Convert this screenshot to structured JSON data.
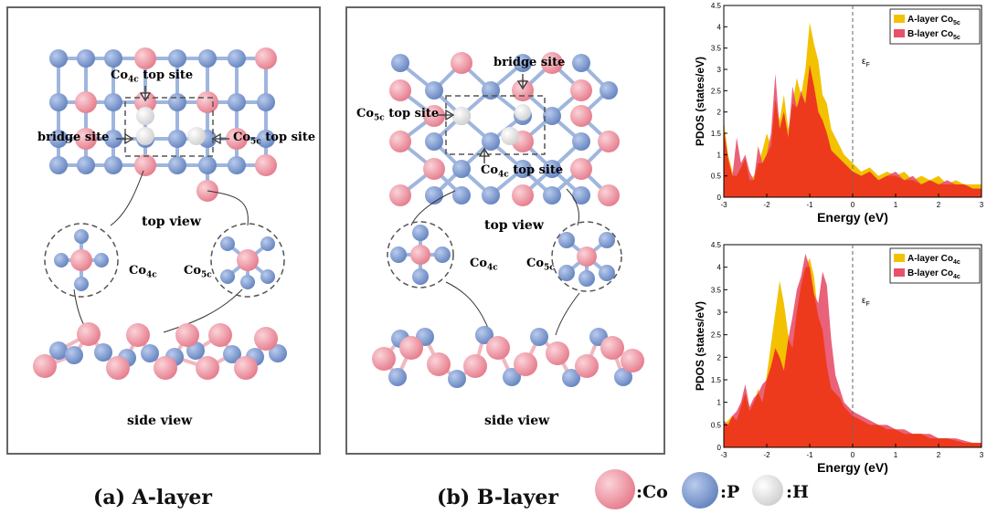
{
  "colors": {
    "co": "#ef8f9c",
    "p": "#7896cc",
    "h": "#ececec",
    "bond_co": "#f0b8c0",
    "bond_p": "#9fb6de",
    "gold": "#f2c200",
    "pink": "#e8506b",
    "red": "#ee3a1c"
  },
  "panel_a": {
    "caption": "(a) A-layer",
    "co4c_top": "Co",
    "co4c_top_sub": "4c",
    "co4c_top_rest": " top site",
    "co5c_top": "Co",
    "co5c_top_sub": "5c",
    "co5c_top_rest": " top site",
    "bridge": "bridge site",
    "top_view": "top view",
    "side_view": "side view",
    "co4c": "Co",
    "co4c_sub": "4c",
    "co5c": "Co",
    "co5c_sub": "5c"
  },
  "panel_b": {
    "caption": "(b) B-layer",
    "bridge": "bridge site",
    "co5c_top": "Co",
    "co5c_top_sub": "5c",
    "co5c_top_rest": " top site",
    "co4c_top": "Co",
    "co4c_top_sub": "4c",
    "co4c_top_rest": " top site",
    "top_view": "top view",
    "side_view": "side view",
    "co4c": "Co",
    "co4c_sub": "4c",
    "co5c": "Co",
    "co5c_sub": "5c"
  },
  "legend": {
    "co": ":Co",
    "p": ":P",
    "h": ":H"
  },
  "chart_data": [
    {
      "type": "area",
      "xlabel": "Energy (eV)",
      "ylabel": "PDOS (states/eV)",
      "fermi_label": "ε",
      "fermi_sub": "F",
      "xlim": [
        -3,
        3
      ],
      "ylim": [
        0,
        4.5
      ],
      "xticks": [
        -3,
        -2,
        -1,
        0,
        1,
        2,
        3
      ],
      "yticks": [
        0,
        0.5,
        1,
        1.5,
        2,
        2.5,
        3,
        3.5,
        4,
        4.5
      ],
      "legend_position": "top-right",
      "series": [
        {
          "name": "A-layer Co",
          "sub": "5c",
          "color": "#f2c200",
          "x": [
            -3,
            -2.9,
            -2.8,
            -2.7,
            -2.6,
            -2.5,
            -2.4,
            -2.3,
            -2.2,
            -2.1,
            -2.0,
            -1.9,
            -1.8,
            -1.7,
            -1.6,
            -1.5,
            -1.4,
            -1.3,
            -1.2,
            -1.1,
            -1.0,
            -0.9,
            -0.8,
            -0.7,
            -0.6,
            -0.5,
            -0.4,
            -0.3,
            -0.2,
            -0.1,
            0,
            0.2,
            0.4,
            0.6,
            0.8,
            1.0,
            1.2,
            1.4,
            1.6,
            1.8,
            2.0,
            2.2,
            2.4,
            2.6,
            2.8,
            3.0
          ],
          "y": [
            1.8,
            1.0,
            0.6,
            0.5,
            0.7,
            0.9,
            0.4,
            0.5,
            0.8,
            1.1,
            1.5,
            1.2,
            2.3,
            1.8,
            2.4,
            1.6,
            2.2,
            2.8,
            2.4,
            3.0,
            4.1,
            3.6,
            3.2,
            2.4,
            2.2,
            1.6,
            1.4,
            1.2,
            1.0,
            0.9,
            0.8,
            0.6,
            0.7,
            0.5,
            0.6,
            0.5,
            0.6,
            0.4,
            0.5,
            0.4,
            0.5,
            0.3,
            0.4,
            0.3,
            0.3,
            0.3
          ]
        },
        {
          "name": "B-layer Co",
          "sub": "5c",
          "color": "#e8506b",
          "x": [
            -3,
            -2.9,
            -2.8,
            -2.7,
            -2.6,
            -2.5,
            -2.4,
            -2.3,
            -2.2,
            -2.1,
            -2.0,
            -1.9,
            -1.8,
            -1.7,
            -1.6,
            -1.5,
            -1.4,
            -1.3,
            -1.2,
            -1.1,
            -1.0,
            -0.9,
            -0.8,
            -0.7,
            -0.6,
            -0.5,
            -0.4,
            -0.3,
            -0.2,
            -0.1,
            0,
            0.2,
            0.4,
            0.6,
            0.8,
            1.0,
            1.2,
            1.4,
            1.6,
            1.8,
            2.0,
            2.2,
            2.4,
            2.6,
            2.8,
            3.0
          ],
          "y": [
            1.6,
            0.9,
            0.5,
            1.4,
            0.8,
            1.0,
            0.6,
            0.4,
            1.2,
            0.8,
            1.0,
            1.5,
            2.9,
            1.6,
            2.0,
            1.4,
            2.6,
            2.1,
            2.5,
            2.2,
            3.1,
            2.6,
            2.0,
            1.8,
            1.5,
            1.1,
            1.0,
            0.9,
            0.8,
            0.7,
            0.6,
            0.5,
            0.6,
            0.4,
            0.5,
            0.6,
            0.4,
            0.5,
            0.3,
            0.4,
            0.3,
            0.4,
            0.3,
            0.3,
            0.2,
            0.2
          ]
        }
      ]
    },
    {
      "type": "area",
      "xlabel": "Energy (eV)",
      "ylabel": "PDOS (states/eV)",
      "fermi_label": "ε",
      "fermi_sub": "F",
      "xlim": [
        -3,
        3
      ],
      "ylim": [
        0,
        4.5
      ],
      "xticks": [
        -3,
        -2,
        -1,
        0,
        1,
        2,
        3
      ],
      "yticks": [
        0,
        0.5,
        1,
        1.5,
        2,
        2.5,
        3,
        3.5,
        4,
        4.5
      ],
      "legend_position": "top-right",
      "series": [
        {
          "name": "A-layer Co",
          "sub": "4c",
          "color": "#f2c200",
          "x": [
            -3,
            -2.9,
            -2.8,
            -2.7,
            -2.6,
            -2.5,
            -2.4,
            -2.3,
            -2.2,
            -2.1,
            -2.0,
            -1.9,
            -1.8,
            -1.7,
            -1.6,
            -1.5,
            -1.4,
            -1.3,
            -1.2,
            -1.1,
            -1.0,
            -0.9,
            -0.8,
            -0.7,
            -0.6,
            -0.5,
            -0.4,
            -0.3,
            -0.2,
            -0.1,
            0,
            0.2,
            0.4,
            0.6,
            0.8,
            1.0,
            1.2,
            1.4,
            1.6,
            1.8,
            2.0,
            2.2,
            2.4,
            2.6,
            2.8,
            3.0
          ],
          "y": [
            0.5,
            0.6,
            0.7,
            0.6,
            0.9,
            1.2,
            0.8,
            1.0,
            1.3,
            1.0,
            1.6,
            2.3,
            3.0,
            3.7,
            3.2,
            2.5,
            2.2,
            3.0,
            3.6,
            4.0,
            4.2,
            3.8,
            2.9,
            2.6,
            1.8,
            1.3,
            1.2,
            1.1,
            0.9,
            0.8,
            0.7,
            0.6,
            0.5,
            0.5,
            0.4,
            0.4,
            0.3,
            0.3,
            0.3,
            0.2,
            0.2,
            0.2,
            0.15,
            0.1,
            0.1,
            0.1
          ]
        },
        {
          "name": "B-layer Co",
          "sub": "4c",
          "color": "#e8506b",
          "x": [
            -3,
            -2.9,
            -2.8,
            -2.7,
            -2.6,
            -2.5,
            -2.4,
            -2.3,
            -2.2,
            -2.1,
            -2.0,
            -1.9,
            -1.8,
            -1.7,
            -1.6,
            -1.5,
            -1.4,
            -1.3,
            -1.2,
            -1.1,
            -1.0,
            -0.9,
            -0.8,
            -0.7,
            -0.6,
            -0.5,
            -0.4,
            -0.3,
            -0.2,
            -0.1,
            0,
            0.2,
            0.4,
            0.6,
            0.8,
            1.0,
            1.2,
            1.4,
            1.6,
            1.8,
            2.0,
            2.2,
            2.4,
            2.6,
            2.8,
            3.0
          ],
          "y": [
            0.6,
            0.5,
            0.7,
            0.8,
            1.0,
            1.4,
            0.9,
            1.1,
            1.2,
            1.4,
            1.5,
            1.8,
            2.2,
            2.0,
            1.7,
            2.4,
            2.9,
            3.5,
            3.8,
            4.3,
            4.0,
            3.4,
            3.2,
            3.9,
            3.6,
            2.4,
            1.6,
            1.3,
            1.0,
            0.9,
            0.8,
            0.7,
            0.6,
            0.5,
            0.5,
            0.4,
            0.4,
            0.3,
            0.3,
            0.3,
            0.2,
            0.2,
            0.2,
            0.15,
            0.1,
            0.1
          ]
        }
      ]
    }
  ]
}
